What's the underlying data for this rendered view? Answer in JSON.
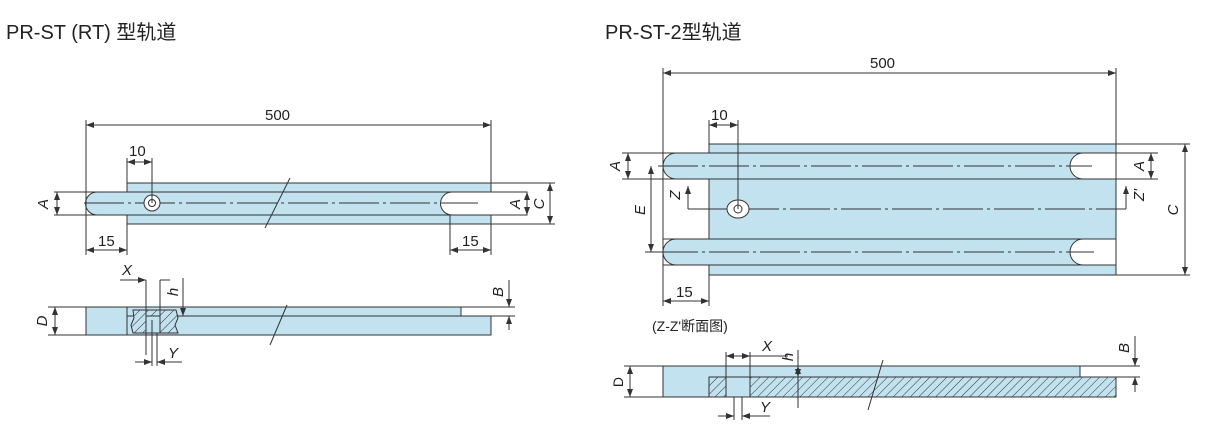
{
  "left": {
    "title": "PR-ST (RT) 型轨道",
    "dims": {
      "length": "500",
      "hole_offset": "10",
      "end_left": "15",
      "end_right": "15"
    },
    "labels": {
      "A1": "A",
      "A2": "A",
      "C": "C",
      "D": "D",
      "B": "B",
      "X": "X",
      "Y": "Y",
      "h": "h"
    }
  },
  "right": {
    "title": "PR-ST-2型轨道",
    "dims": {
      "length": "500",
      "hole_offset": "10",
      "end_left": "15"
    },
    "labels": {
      "A1": "A",
      "A2": "A",
      "C": "C",
      "E": "E",
      "Z": "Z",
      "Z2": "Z'",
      "D": "D",
      "B": "B",
      "X": "X",
      "Y": "Y",
      "h": "h"
    },
    "section_caption": "(Z-Z'断面图)"
  },
  "colors": {
    "part_fill": "#c3e2f0",
    "line": "#333333"
  }
}
